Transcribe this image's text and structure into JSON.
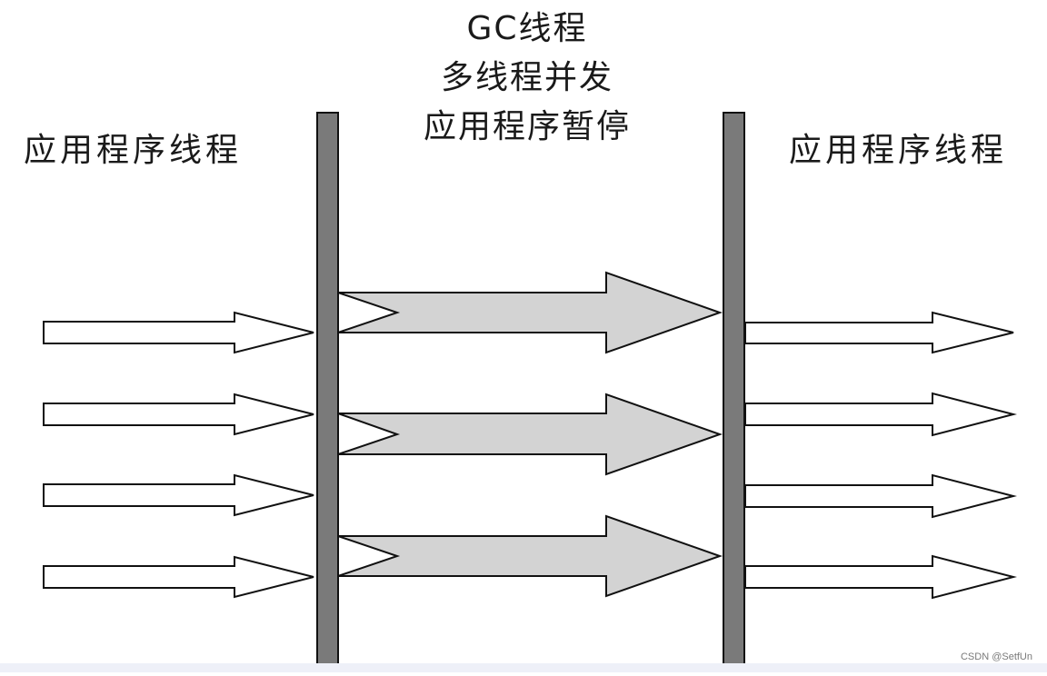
{
  "gc_block": {
    "line1": "GC线程",
    "line2": "多线程并发",
    "line3": "应用程序暂停"
  },
  "left_label": "应用程序线程",
  "right_label": "应用程序线程",
  "watermark": "CSDN @SetfUn",
  "colors": {
    "barrier": "#7a7a7a",
    "gc_arrow_fill": "#d3d3d3",
    "app_arrow_fill": "#ffffff",
    "stroke": "#111111"
  }
}
